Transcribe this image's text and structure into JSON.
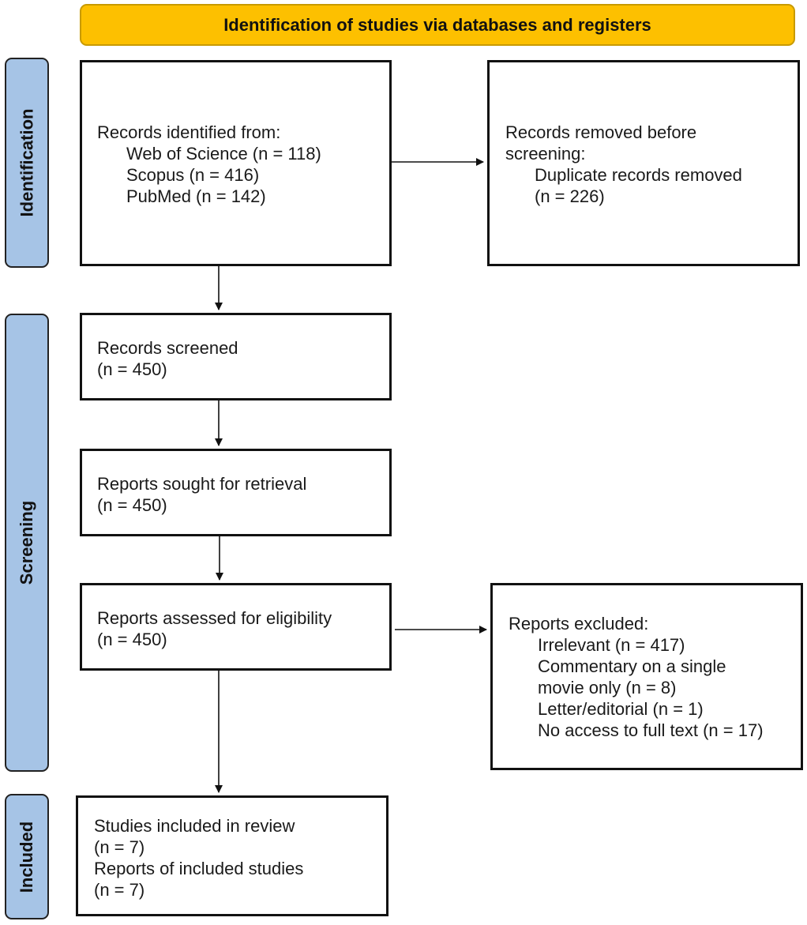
{
  "header": {
    "title": "Identification of studies via databases and registers"
  },
  "phases": {
    "identification": "Identification",
    "screening": "Screening",
    "included": "Included"
  },
  "colors": {
    "header_fill": "#FDC000",
    "phase_fill": "#A6C4E6",
    "box_border": "#111111"
  },
  "boxes": {
    "records_identified": {
      "heading": "Records identified from:",
      "sources": [
        "Web of Science (n = 118)",
        "Scopus (n = 416)",
        "PubMed (n = 142)"
      ]
    },
    "records_removed": {
      "heading_line1": "Records removed before",
      "heading_line2": "screening:",
      "item_line1": "Duplicate records removed",
      "item_line2": "(n = 226)"
    },
    "records_screened": {
      "label": "Records screened",
      "count": "(n = 450)"
    },
    "reports_sought": {
      "label": "Reports sought for retrieval",
      "count": "(n = 450)"
    },
    "reports_assessed": {
      "label": "Reports assessed for eligibility",
      "count": "(n = 450)"
    },
    "reports_excluded": {
      "heading": "Reports excluded:",
      "reasons": [
        "Irrelevant (n = 417)",
        "Commentary on a single",
        "movie only (n = 8)",
        "Letter/editorial (n = 1)",
        "No access to full text (n = 17)"
      ]
    },
    "studies_included": {
      "label1": "Studies included in review",
      "count1": "(n = 7)",
      "label2": "Reports of included studies",
      "count2": "(n = 7)"
    }
  }
}
